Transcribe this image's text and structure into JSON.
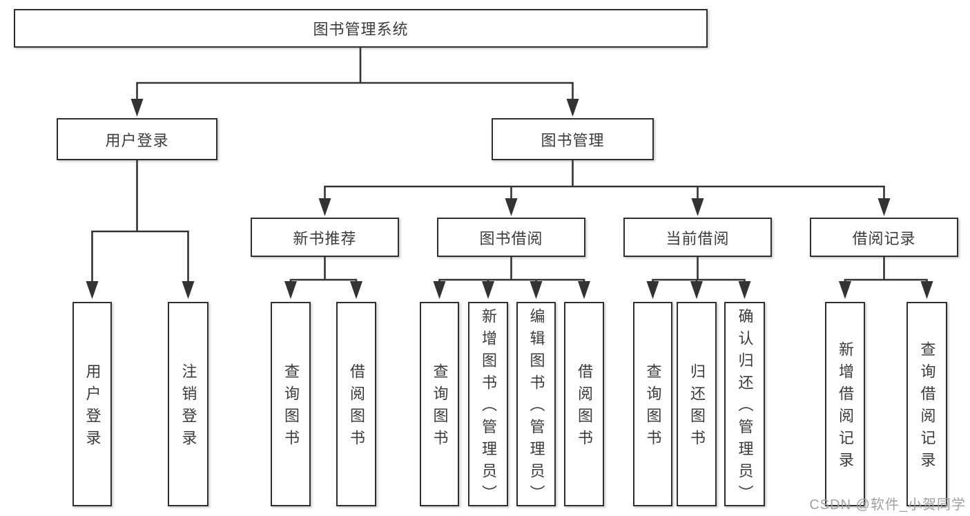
{
  "diagram": {
    "root": {
      "label": "图书管理系统"
    },
    "level2": [
      {
        "label": "用户登录"
      },
      {
        "label": "图书管理"
      }
    ],
    "level3": [
      {
        "label": "新书推荐"
      },
      {
        "label": "图书借阅"
      },
      {
        "label": "当前借阅"
      },
      {
        "label": "借阅记录"
      }
    ],
    "leaves": [
      {
        "label": "用户登录"
      },
      {
        "label": "注销登录"
      },
      {
        "label": "查询图书"
      },
      {
        "label": "借阅图书"
      },
      {
        "label": "查询图书"
      },
      {
        "label": "新增图书（管理员）"
      },
      {
        "label": "编辑图书（管理员）"
      },
      {
        "label": "借阅图书"
      },
      {
        "label": "查询图书"
      },
      {
        "label": "归还图书"
      },
      {
        "label": "确认归还（管理员）"
      },
      {
        "label": "新增借阅记录"
      },
      {
        "label": "查询借阅记录"
      }
    ],
    "colors": {
      "line": "#333333",
      "border": "#2e2e2e",
      "text": "#3b3b3b",
      "background": "#ffffff",
      "watermark": "#a0a0a0"
    }
  },
  "watermark": {
    "text": "CSDN @软件_小贺同学"
  }
}
